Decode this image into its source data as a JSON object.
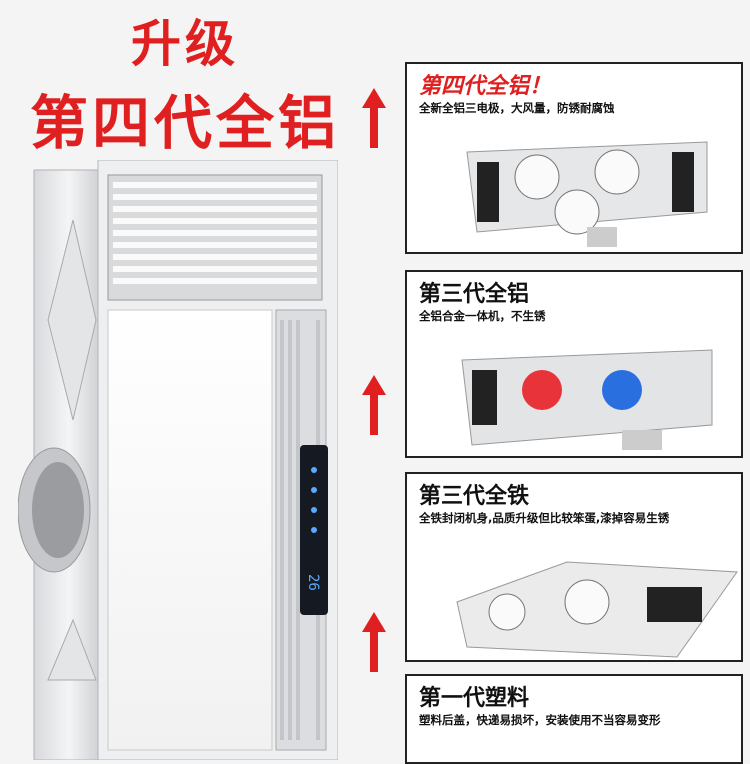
{
  "hero": {
    "line1": "升级",
    "line2": "第四代全铝"
  },
  "product_panel": {
    "display_digits": "26"
  },
  "generations": [
    {
      "title": "第四代全铝！",
      "desc": "全新全铝三电极，大风量，防锈耐腐蚀"
    },
    {
      "title": "第三代全铝",
      "desc": "全铝合金一体机，不生锈"
    },
    {
      "title": "第三代全铁",
      "desc": "全铁封闭机身,品质升级但比较笨蛋,漆掉容易生锈"
    },
    {
      "title": "第一代塑料",
      "desc": "塑料后盖，快递易损坏，安装使用不当容易变形"
    }
  ],
  "colors": {
    "accent_red": "#e02020",
    "fan_red": "#e8333a",
    "fan_blue": "#2a6fe0"
  }
}
